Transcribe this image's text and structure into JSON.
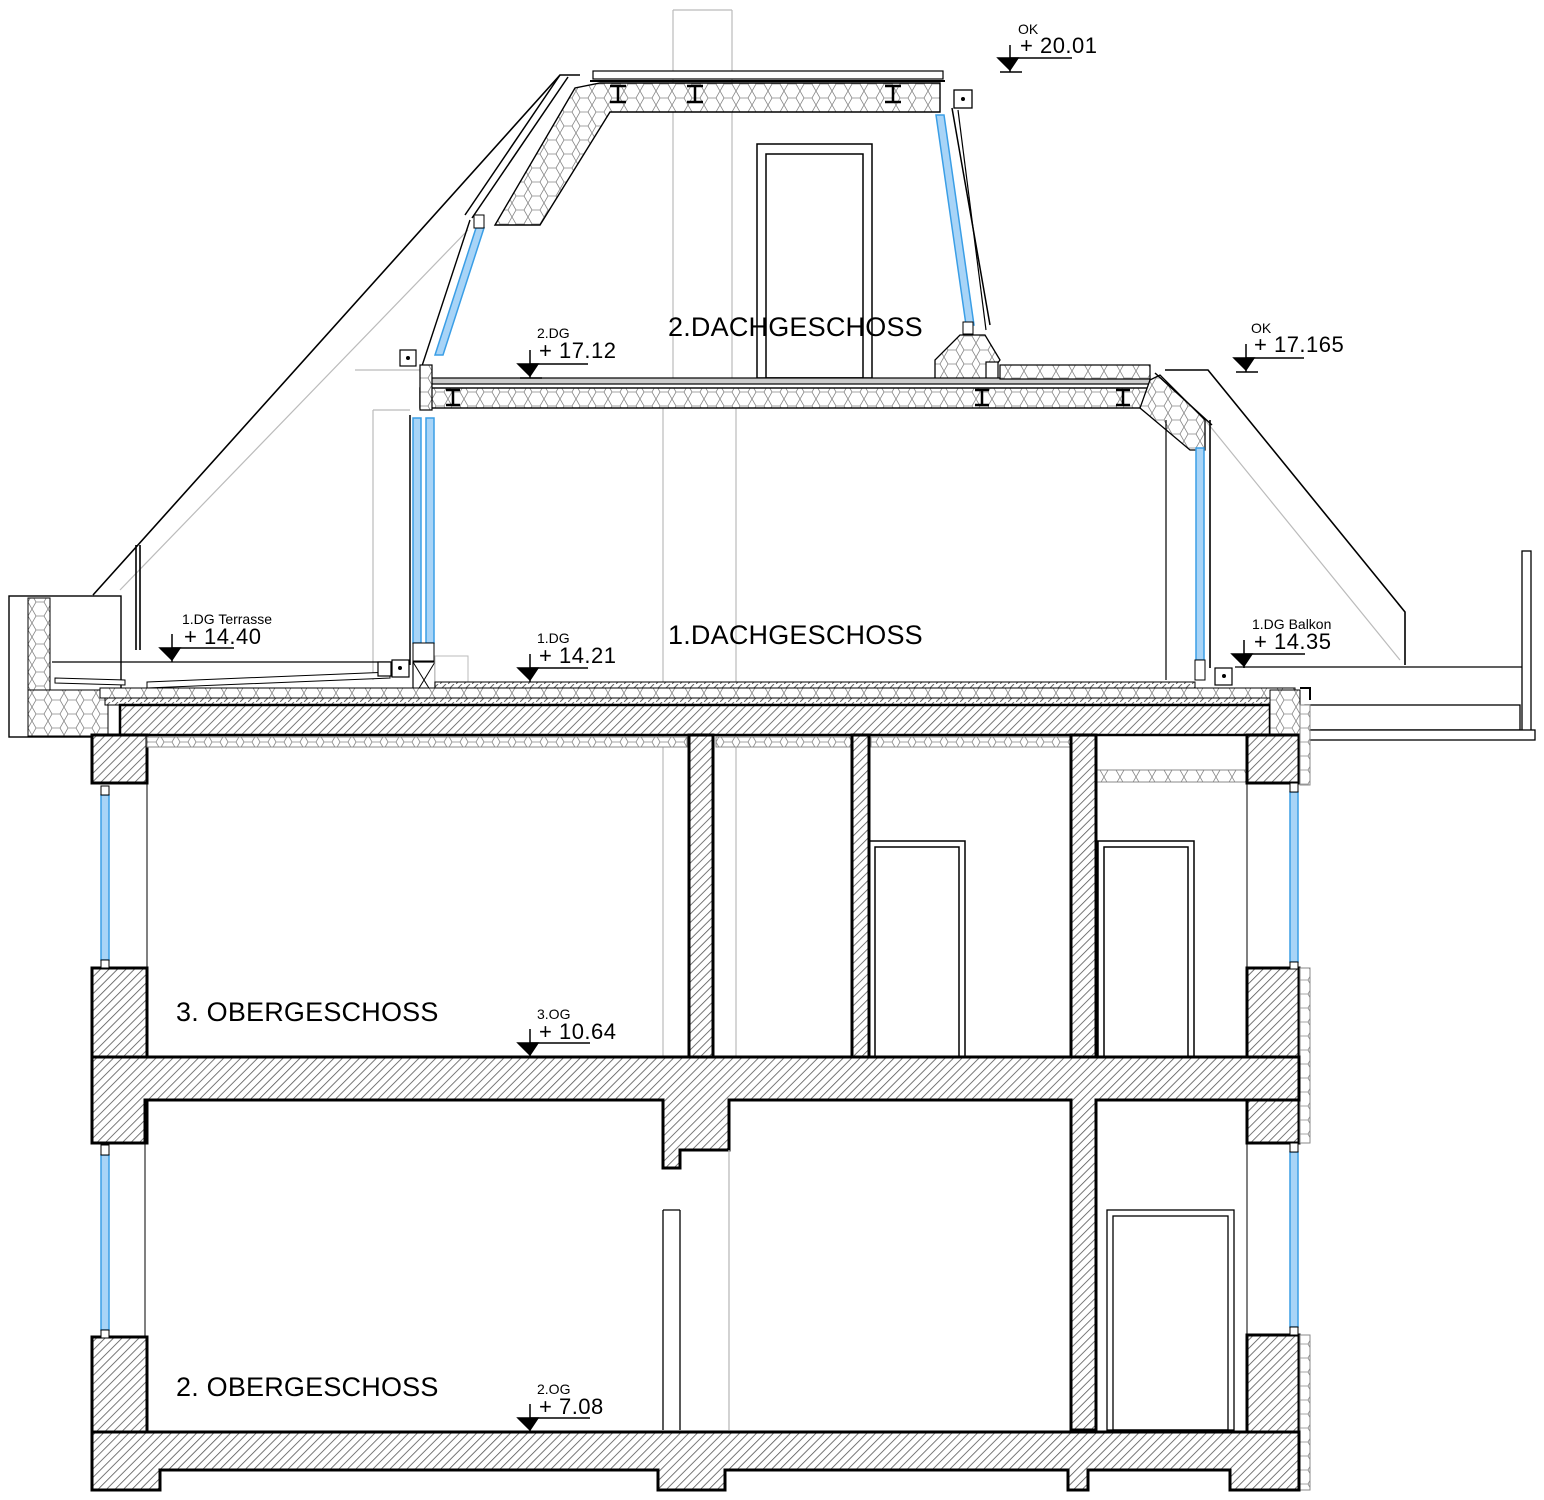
{
  "drawing": {
    "type": "architectural-section",
    "colors": {
      "line": "#000000",
      "glass": "#a8d4f7",
      "glass_edge": "#3a9ee6",
      "hatch": "#555555",
      "guide": "#bbbbbb"
    }
  },
  "rooms": [
    {
      "id": "dg2",
      "label": "2.DACHGESCHOSS"
    },
    {
      "id": "dg1",
      "label": "1.DACHGESCHOSS"
    },
    {
      "id": "og3",
      "label": "3. OBERGESCHOSS"
    },
    {
      "id": "og2",
      "label": "2. OBERGESCHOSS"
    }
  ],
  "levels": [
    {
      "id": "ok_top",
      "name": "OK",
      "value": "+ 20.01"
    },
    {
      "id": "ok_mid",
      "name": "OK",
      "value": "+ 17.165"
    },
    {
      "id": "dg2",
      "name": "2.DG",
      "value": "+ 17.12"
    },
    {
      "id": "terrasse",
      "name": "1.DG Terrasse",
      "value": "+ 14.40"
    },
    {
      "id": "dg1",
      "name": "1.DG",
      "value": "+ 14.21"
    },
    {
      "id": "balkon",
      "name": "1.DG Balkon",
      "value": "+ 14.35"
    },
    {
      "id": "og3",
      "name": "3.OG",
      "value": "+ 10.64"
    },
    {
      "id": "og2",
      "name": "2.OG",
      "value": "+ 7.08"
    }
  ]
}
